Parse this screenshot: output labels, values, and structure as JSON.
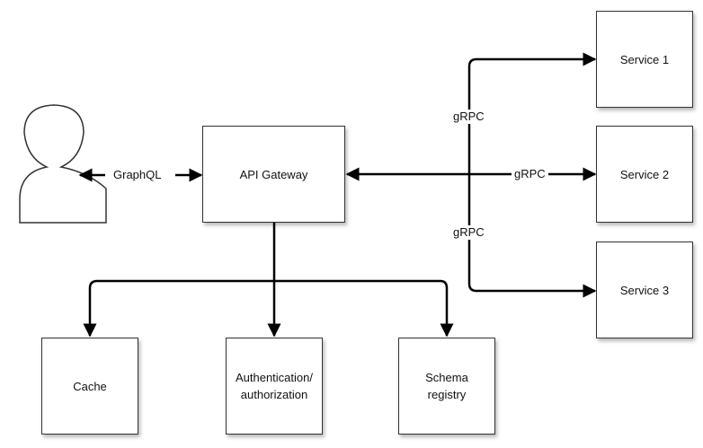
{
  "nodes": {
    "api_gateway": "API Gateway",
    "service_1": "Service 1",
    "service_2": "Service 2",
    "service_3": "Service 3",
    "cache": "Cache",
    "auth_line1": "Authentication/",
    "auth_line2": "authorization",
    "schema_line1": "Schema",
    "schema_line2": "registry"
  },
  "edges": {
    "client_gateway": "GraphQL",
    "gateway_service1": "gRPC",
    "gateway_service2": "gRPC",
    "gateway_service3": "gRPC"
  },
  "colors": {
    "stroke": "#000000",
    "box_border": "#333333"
  }
}
